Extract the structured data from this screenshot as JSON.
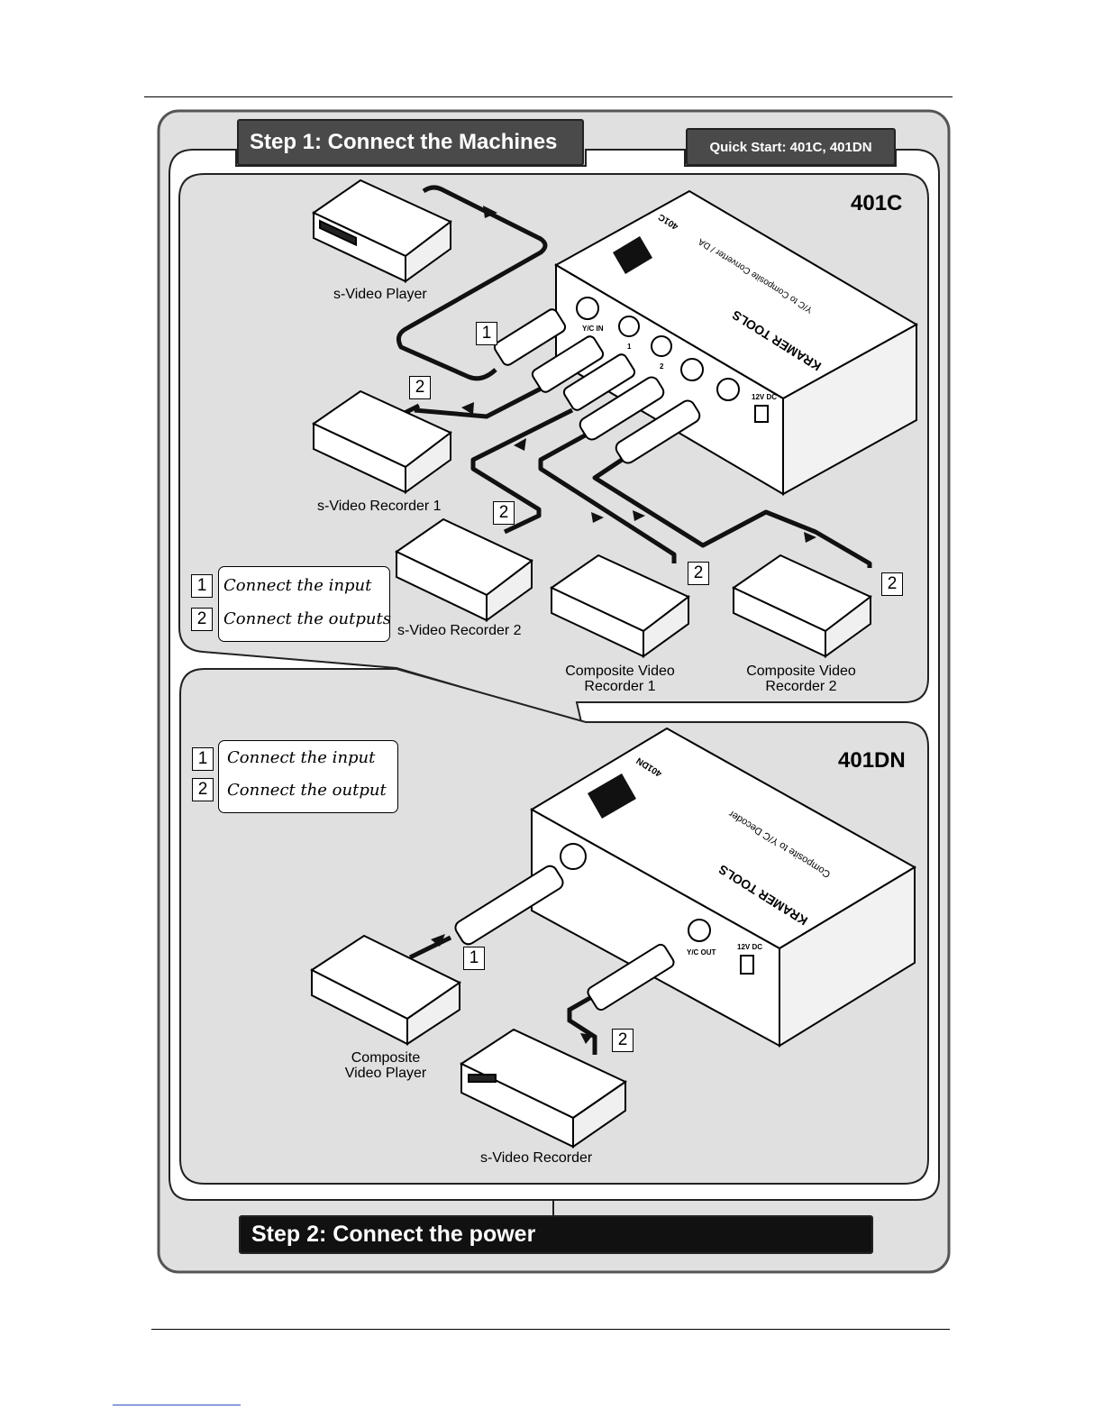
{
  "header": {
    "step1_title": "Step 1: Connect the Machines",
    "quick_start": "Quick Start:  401C, 401DN",
    "step2_title": "Step 2: Connect the power"
  },
  "panel_401c": {
    "model": "401C",
    "device_text": {
      "brand": "KRAMER TOOLS",
      "subtitle": "Y/C to Composite Converter / DA",
      "model_label": "401C",
      "yc_in": "Y/C IN",
      "out1": "1",
      "out2": "2",
      "power": "12V DC"
    },
    "captions": {
      "svideo_player": "s-Video Player",
      "svideo_recorder1": "s-Video Recorder 1",
      "svideo_recorder2": "s-Video Recorder 2",
      "composite_recorder1_l1": "Composite Video",
      "composite_recorder1_l2": "Recorder 1",
      "composite_recorder2_l1": "Composite Video",
      "composite_recorder2_l2": "Recorder 2"
    },
    "legend": {
      "n1": "1",
      "t1": "Connect the input",
      "n2": "2",
      "t2": "Connect the outputs"
    },
    "markers": [
      "1",
      "2",
      "2",
      "2",
      "2"
    ]
  },
  "panel_401dn": {
    "model": "401DN",
    "device_text": {
      "brand": "KRAMER TOOLS",
      "subtitle": "Composite to Y/C Decoder",
      "model_label": "401DN",
      "yc_out": "Y/C OUT",
      "power": "12V DC"
    },
    "captions": {
      "composite_player_l1": "Composite",
      "composite_player_l2": "Video Player",
      "svideo_recorder": "s-Video Recorder"
    },
    "legend": {
      "n1": "1",
      "t1": "Connect the input",
      "n2": "2",
      "t2": "Connect the output"
    },
    "markers": [
      "1",
      "2"
    ]
  }
}
